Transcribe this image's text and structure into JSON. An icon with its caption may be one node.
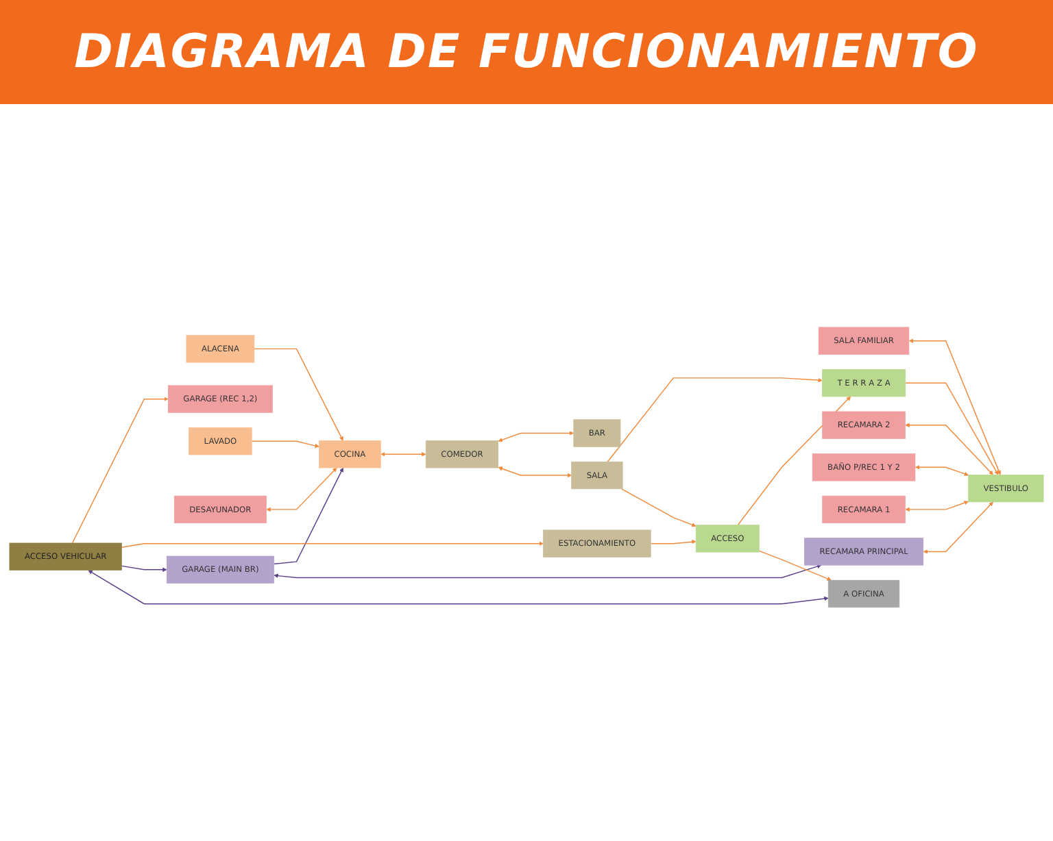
{
  "diagram": {
    "title": "DIAGRAMA DE FUNCIONAMIENTO",
    "nodes": [
      {
        "text": [
          "ALACENA"
        ]
      },
      {
        "text": [
          "GARAGE (MAIN BR)"
        ]
      },
      {
        "text": [
          "LAVADO"
        ]
      },
      {
        "text": [
          "COMEDOR"
        ]
      },
      {
        "text": [
          "BAR"
        ]
      },
      {
        "text": [
          "DESAYUNADOR"
        ]
      },
      {
        "text": [
          "COCINA"
        ]
      },
      {
        "text": [
          "SALA FAMILIAR"
        ]
      },
      {
        "text": [
          "VESTIBULO"
        ]
      },
      {
        "text": [
          "RECAMARA PRINCIPAL"
        ]
      },
      {
        "text": [
          "RECAMARA 2"
        ]
      },
      {
        "text": [
          "BAÑO P/REC 1 Y 2"
        ]
      },
      {
        "text": [
          "SALA"
        ]
      },
      {
        "text": [
          "RECAMARA 1"
        ]
      },
      {
        "text": [
          "T E R R A Z A"
        ]
      },
      {
        "text": [
          "A OFICINA"
        ]
      },
      {
        "text": [
          "ACCESO"
        ]
      },
      {
        "text": [
          "GARAGE (REC 1,2)"
        ]
      },
      {
        "text": [
          "ESTACIONAMIENTO"
        ]
      },
      {
        "text": [
          "ACCESO VEHICULAR"
        ]
      }
    ],
    "edges": [
      {
        "from": 1,
        "to": 6,
        "arrow": "to",
        "color": "#5b3f8c"
      },
      {
        "from": 0,
        "to": 6,
        "arrow": "to"
      },
      {
        "from": 2,
        "to": 6,
        "arrow": "to"
      },
      {
        "from": 5,
        "to": 6,
        "arrow": "both"
      },
      {
        "from": 6,
        "to": 3,
        "arrow": "both"
      },
      {
        "from": 3,
        "to": 4,
        "arrow": "both"
      },
      {
        "from": 1,
        "to": 9,
        "arrow": "both",
        "color": "#5b3f8c"
      },
      {
        "from": 7,
        "to": 8,
        "arrow": "both"
      },
      {
        "from": 9,
        "to": 8,
        "arrow": "both"
      },
      {
        "from": 10,
        "to": 8,
        "arrow": "both"
      },
      {
        "from": 11,
        "to": 8,
        "arrow": "both"
      },
      {
        "from": 13,
        "to": 8,
        "arrow": "both"
      },
      {
        "from": 3,
        "to": 12,
        "arrow": "both"
      },
      {
        "from": 12,
        "to": 14,
        "arrow": "to"
      },
      {
        "from": 12,
        "to": 16,
        "arrow": "to"
      },
      {
        "from": 14,
        "to": 8,
        "arrow": "to"
      },
      {
        "from": 16,
        "to": 14,
        "arrow": "to"
      },
      {
        "from": 16,
        "to": 15,
        "arrow": "to"
      },
      {
        "from": 18,
        "to": 16,
        "arrow": "to"
      },
      {
        "from": 19,
        "to": 17,
        "arrow": "to"
      },
      {
        "from": 19,
        "to": 18,
        "arrow": "to"
      },
      {
        "from": 19,
        "to": 1,
        "arrow": "to",
        "color": "#5b3f8c"
      },
      {
        "from": 19,
        "to": 15,
        "arrow": "both",
        "color": "#5b3f8c"
      }
    ]
  }
}
